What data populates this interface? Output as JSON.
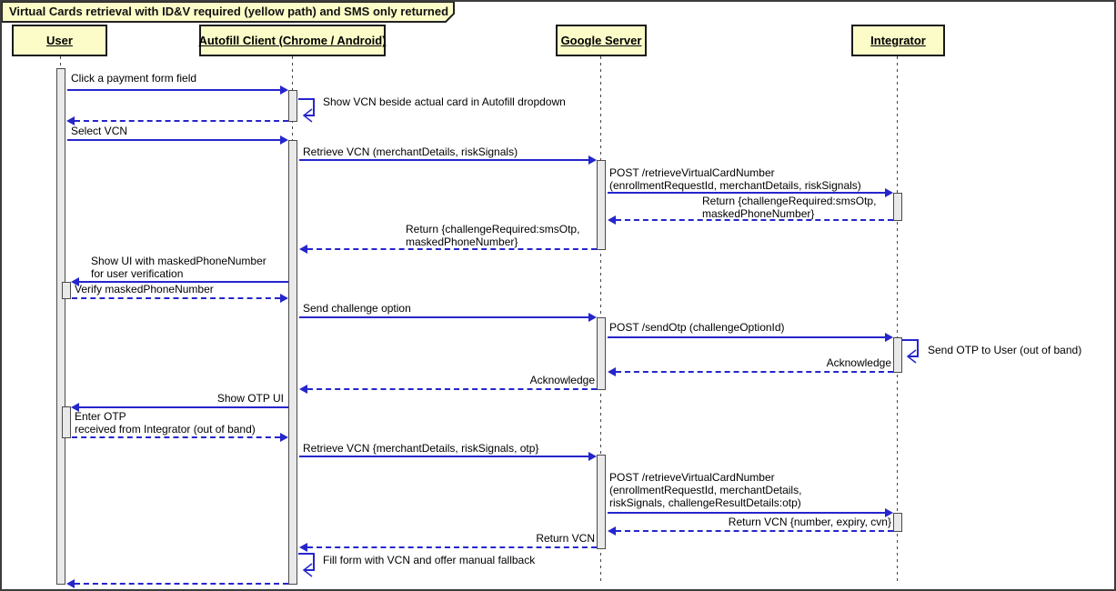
{
  "title": "Virtual Cards retrieval with ID&V required (yellow path) and SMS only returned",
  "colors": {
    "arrow_blue": "#2525CC",
    "participant_fill": "#FCFCC8",
    "participant_border": "#1a1a1a",
    "activation_fill": "#E9E9E9",
    "frame_border": "#3d3d3d"
  },
  "participants": [
    {
      "name": "User"
    },
    {
      "name": "Autofill Client (Chrome / Android)"
    },
    {
      "name": "Google Server"
    },
    {
      "name": "Integrator"
    }
  ],
  "messages": {
    "click_payment_field": {
      "text": "Click a payment form field",
      "from": "User",
      "to": "Autofill Client",
      "style": "solid"
    },
    "show_vcn_self": {
      "text": "Show VCN beside actual card in Autofill dropdown",
      "on": "Autofill Client",
      "style": "self"
    },
    "return_dropdown": {
      "text": "",
      "from": "Autofill Client",
      "to": "User",
      "style": "dashed"
    },
    "select_vcn": {
      "text": "Select VCN",
      "from": "User",
      "to": "Autofill Client",
      "style": "solid"
    },
    "retrieve_vcn_1": {
      "text": "Retrieve VCN (merchantDetails, riskSignals)",
      "from": "Autofill Client",
      "to": "Google Server",
      "style": "solid"
    },
    "post_retrieve_1": {
      "lines": [
        "POST /retrieveVirtualCardNumber",
        "(enrollmentRequestId, merchantDetails, riskSignals)"
      ],
      "from": "Google Server",
      "to": "Integrator",
      "style": "solid"
    },
    "return_challenge_1": {
      "lines": [
        "Return {challengeRequired:smsOtp,",
        "maskedPhoneNumber}"
      ],
      "from": "Integrator",
      "to": "Google Server",
      "style": "dashed"
    },
    "return_challenge_2": {
      "lines": [
        "Return {challengeRequired:smsOtp,",
        "maskedPhoneNumber}"
      ],
      "from": "Google Server",
      "to": "Autofill Client",
      "style": "dashed"
    },
    "show_ui_masked": {
      "lines": [
        "Show UI with maskedPhoneNumber",
        "for user verification"
      ],
      "from": "Autofill Client",
      "to": "User",
      "style": "solid"
    },
    "verify_masked": {
      "text": "Verify maskedPhoneNumber",
      "from": "User",
      "to": "Autofill Client",
      "style": "dashed"
    },
    "send_challenge_option": {
      "text": "Send challenge option",
      "from": "Autofill Client",
      "to": "Google Server",
      "style": "solid"
    },
    "post_send_otp": {
      "text": "POST /sendOtp (challengeOptionId)",
      "from": "Google Server",
      "to": "Integrator",
      "style": "solid"
    },
    "send_otp_self": {
      "text": "Send OTP to User (out of band)",
      "on": "Integrator",
      "style": "self"
    },
    "ack_integrator": {
      "text": "Acknowledge",
      "from": "Integrator",
      "to": "Google Server",
      "style": "dashed"
    },
    "ack_google": {
      "text": "Acknowledge",
      "from": "Google Server",
      "to": "Autofill Client",
      "style": "dashed"
    },
    "show_otp_ui": {
      "text": "Show OTP UI",
      "from": "Autofill Client",
      "to": "User",
      "style": "solid"
    },
    "enter_otp": {
      "lines": [
        "Enter OTP",
        "received from Integrator (out of band)"
      ],
      "from": "User",
      "to": "Autofill Client",
      "style": "dashed"
    },
    "retrieve_vcn_2": {
      "text": "Retrieve VCN {merchantDetails, riskSignals, otp}",
      "from": "Autofill Client",
      "to": "Google Server",
      "style": "solid"
    },
    "post_retrieve_2": {
      "lines": [
        "POST /retrieveVirtualCardNumber",
        "(enrollmentRequestId, merchantDetails,",
        "riskSignals, challengeResultDetails:otp)"
      ],
      "from": "Google Server",
      "to": "Integrator",
      "style": "solid"
    },
    "return_vcn_full": {
      "text": "Return VCN {number, expiry, cvn}",
      "from": "Integrator",
      "to": "Google Server",
      "style": "dashed"
    },
    "return_vcn": {
      "text": "Return VCN",
      "from": "Google Server",
      "to": "Autofill Client",
      "style": "dashed"
    },
    "fill_form_self": {
      "text": "Fill form with VCN and offer manual fallback",
      "on": "Autofill Client",
      "style": "self"
    },
    "final_return": {
      "text": "",
      "from": "Autofill Client",
      "to": "User",
      "style": "dashed"
    }
  }
}
